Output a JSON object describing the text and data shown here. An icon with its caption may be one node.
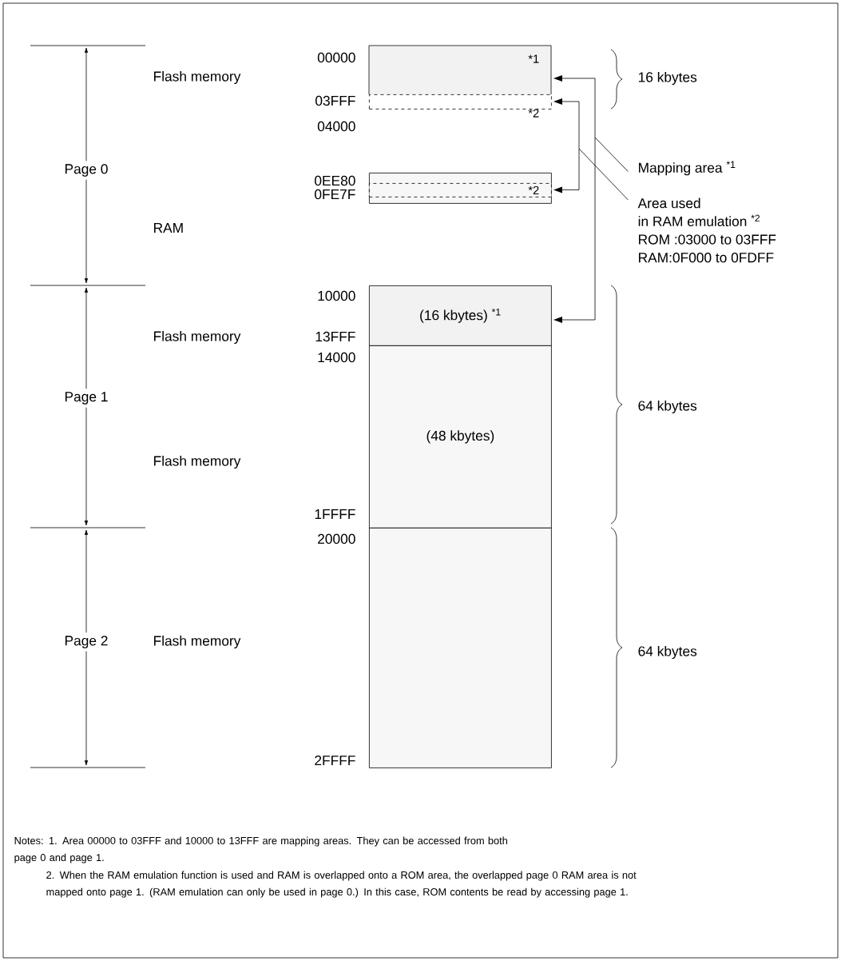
{
  "diagram": {
    "nodes": [
      {
        "text": [
          "*1"
        ]
      },
      {
        "text": [
          "*2"
        ]
      },
      {
        "text": [],
        "shape": "box"
      },
      {
        "text": [
          "*2"
        ],
        "in": 2
      },
      {
        "text": [
          "(16 kbytes) $^{*1}$"
        ]
      },
      {
        "text": [
          "(48 kbytes)"
        ]
      },
      {
        "text": [],
        "shape": "box"
      },
      {
        "text": [
          "Mapping area $^{*1}$"
        ]
      },
      {
        "text": [
          "Area used",
          "in RAM emulation $^{*2}$",
          "ROM :03000 to 03FFF",
          "RAM:0F000 to 0FDFF"
        ]
      }
    ],
    "edges": [
      {
        "from": 0,
        "to": 4,
        "arrow": "both"
      },
      {
        "from": 1,
        "to": 3,
        "arrow": "both"
      },
      {
        "from": 7,
        "to": null,
        "arrow": "none"
      },
      {
        "from": 8,
        "to": null,
        "arrow": "none"
      }
    ],
    "labels": [
      "Page 0",
      "Flash memory",
      "00000",
      "03FFF",
      "04000",
      "16 kbytes",
      "0EE80",
      "0FE7F",
      "RAM",
      "Page 1",
      "10000",
      "Flash memory",
      "13FFF",
      "14000",
      "64 kbytes",
      "Flash memory",
      "1FFFF",
      "20000",
      "Page 2",
      "Flash memory",
      "64 kbytes",
      "2FFFF",
      "Notes: 1. Area 00000 to 03FFF and 10000 to 13FFF are mapping areas.  They can be accessed from both page 0 and page 1.",
      "2. When the RAM emulation function is used and RAM is overlapped onto a ROM area, the overlapped page 0 RAM area is not mapped onto page 1. (RAM emulation can only be used in page 0.) In this case, ROM contents be read by accessing page 1."
    ]
  }
}
